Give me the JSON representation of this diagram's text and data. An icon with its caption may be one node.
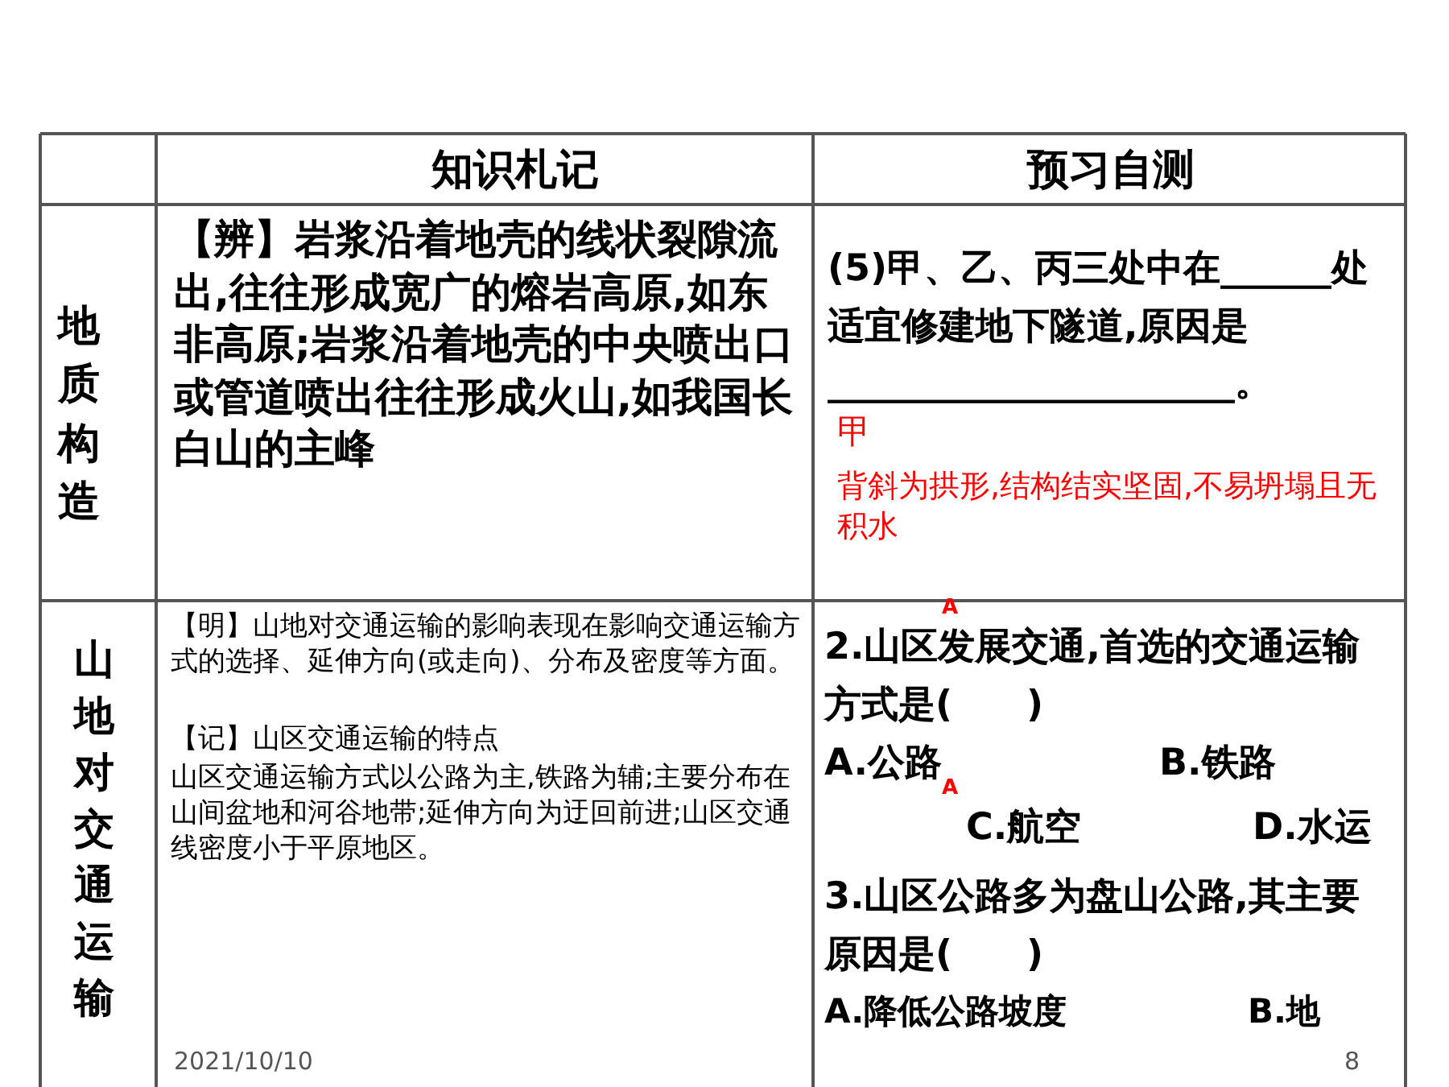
{
  "diagram": {
    "labels": [
      "知识札记",
      "预习自测",
      "地质构造",
      "【辨】岩浆沿着地壳的线状裂隙流出,往往形成宽广的熔岩高原,如东非高原;岩浆沿着地壳的中央喷出口或管道喷出往往形成火山,如我国长白山的主峰",
      "(5)甲、乙、丙三处中在______处适宜修建地下隧道,原因是______________________。",
      "甲",
      "背斜为拱形,结构结实坚固,不易坍塌且无积水",
      "山地对交通运输",
      "【明】山地对交通运输的影响表现在影响交通运输方式的选择、延伸方向(或走向)、分布及密度等方面。",
      "【记】山区交通运输的特点",
      "山区交通运输方式以公路为主,铁路为辅;主要分布在山间盆地和河谷地带;延伸方向为迂回前进;山区交通线密度小于平原地区。",
      "A",
      "2.山区发展交通,首选的交通运输方式是(　　)",
      "A.公路",
      "B.铁路",
      "C.航空",
      "D.水运",
      "A",
      "3.山区公路多为盘山公路,其主要原因是(　　)",
      "A.降低公路坡度",
      "B.地",
      "2021/10/10",
      "8"
    ]
  }
}
